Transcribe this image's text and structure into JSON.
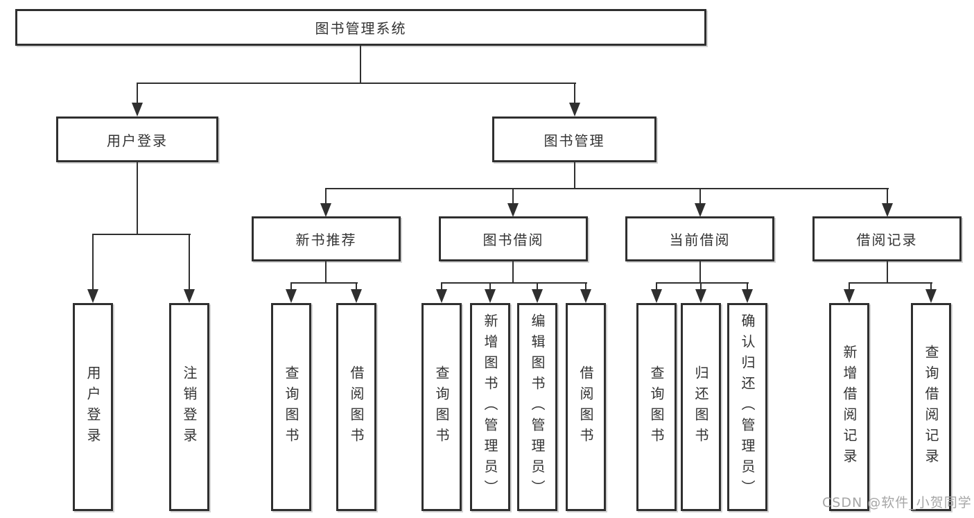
{
  "diagram": {
    "background": "#ffffff",
    "line_color": "#2f2f2f",
    "text_color": "#333333",
    "tree": {
      "label": "图书管理系统",
      "children": [
        {
          "label": "用户登录",
          "children": [
            {
              "label": "用户登录"
            },
            {
              "label": "注销登录"
            }
          ]
        },
        {
          "label": "图书管理",
          "children": [
            {
              "label": "新书推荐",
              "children": [
                {
                  "label": "查询图书"
                },
                {
                  "label": "借阅图书"
                }
              ]
            },
            {
              "label": "图书借阅",
              "children": [
                {
                  "label": "查询图书"
                },
                {
                  "label": "新增图书（管理员）"
                },
                {
                  "label": "编辑图书（管理员）"
                },
                {
                  "label": "借阅图书"
                }
              ]
            },
            {
              "label": "当前借阅",
              "children": [
                {
                  "label": "查询图书"
                },
                {
                  "label": "归还图书"
                },
                {
                  "label": "确认归还（管理员）"
                }
              ]
            },
            {
              "label": "借阅记录",
              "children": [
                {
                  "label": "新增借阅记录"
                },
                {
                  "label": "查询借阅记录"
                }
              ]
            }
          ]
        }
      ]
    },
    "watermark": {
      "text": "CSDN @软件_小贺同学",
      "color": "#a6a6a6"
    }
  }
}
